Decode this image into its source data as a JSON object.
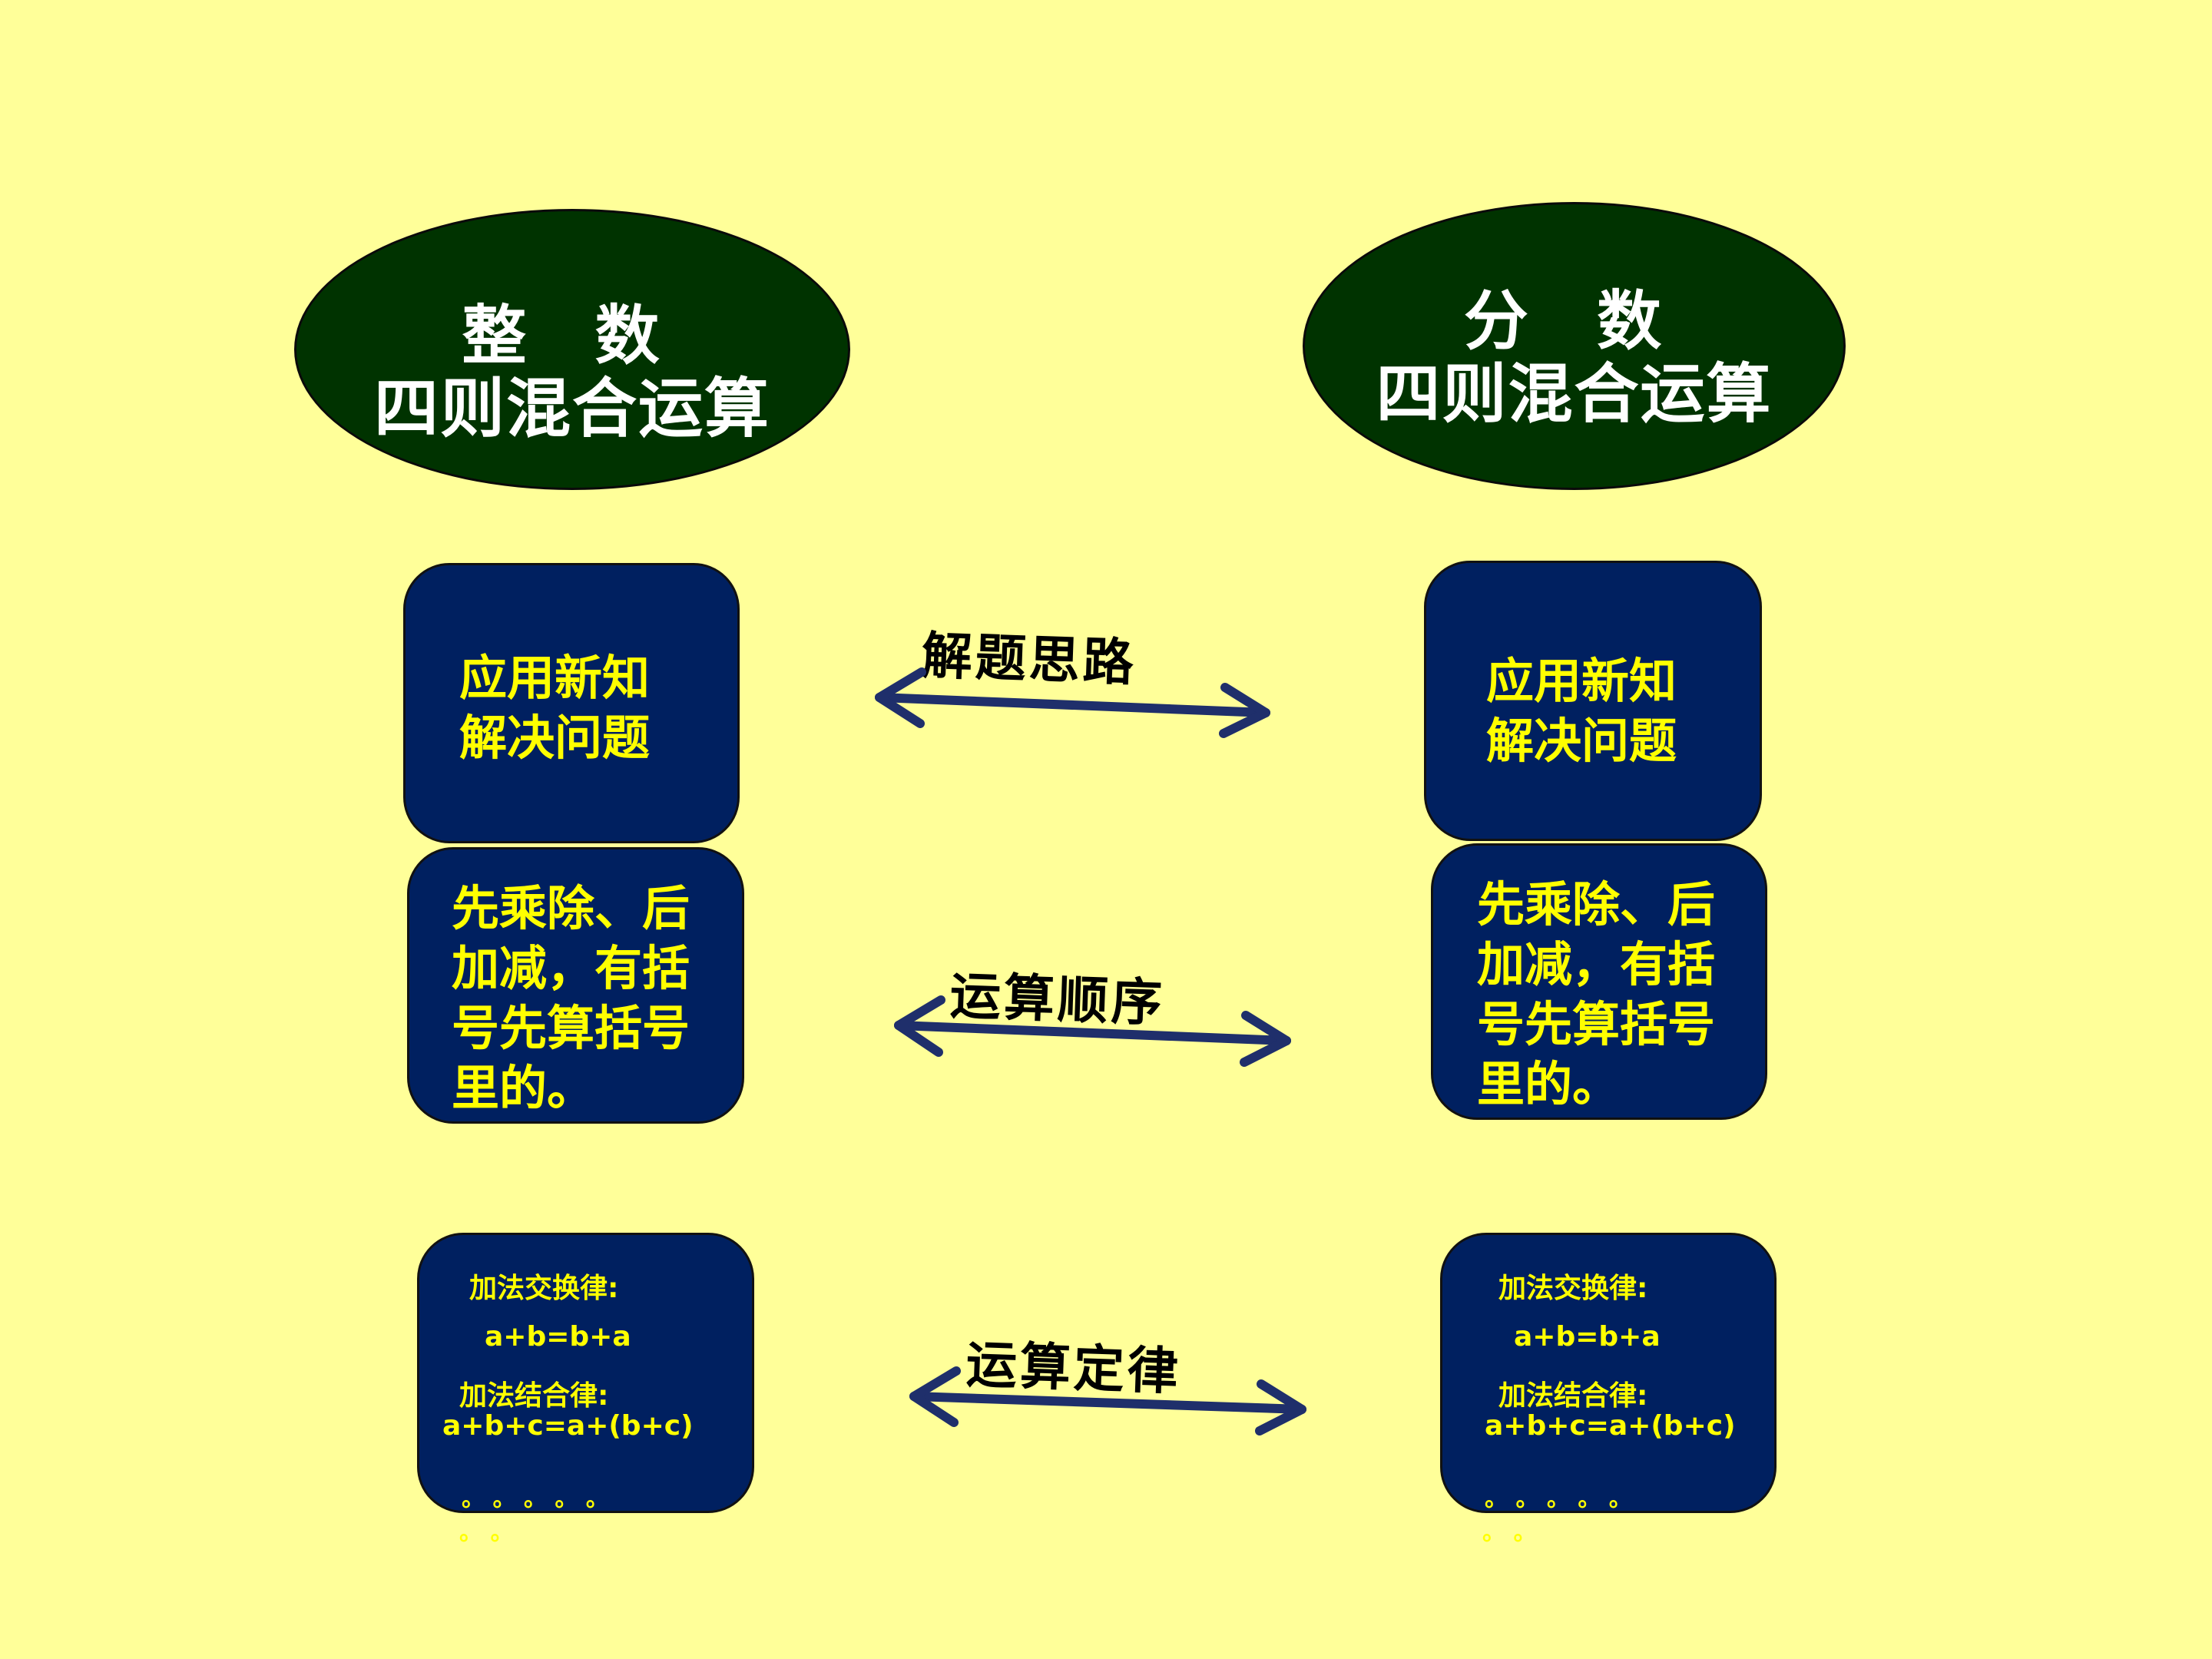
{
  "left_topic": {
    "line1": "整 数",
    "line2": "四则混合运算"
  },
  "right_topic": {
    "line1": "分 数",
    "line2": "四则混合运算"
  },
  "row1": {
    "left_text": "应用新知\n解决问题",
    "right_text": "应用新知\n解决问题",
    "connector_label": "解题思路"
  },
  "row2": {
    "left_text": "先乘除、后\n加减，有括\n号先算括号\n里的。",
    "right_text": "先乘除、后\n加减，有括\n号先算括号\n里的。",
    "connector_label": "运算顺序"
  },
  "row3": {
    "left": {
      "rule1_title": "加法交换律:",
      "rule1_formula": "a+b=b+a",
      "rule2_title": "加法结合律:",
      "rule2_formula": "a+b+c=a+(b+c)",
      "ellipsis1": "。 。 。 。 。",
      "ellipsis2": "。 。"
    },
    "right": {
      "rule1_title": "加法交换律:",
      "rule1_formula": "a+b=b+a",
      "rule2_title": "加法结合律:",
      "rule2_formula": "a+b+c=a+(b+c)",
      "ellipsis1": "。 。 。 。 。",
      "ellipsis2": "。 。"
    },
    "connector_label": "运算定律"
  },
  "colors": {
    "background": "#FFFF99",
    "ellipse_fill": "#003300",
    "box_fill": "#002060",
    "box_text": "#FFFF00",
    "arrow": "#1F2F6B"
  }
}
